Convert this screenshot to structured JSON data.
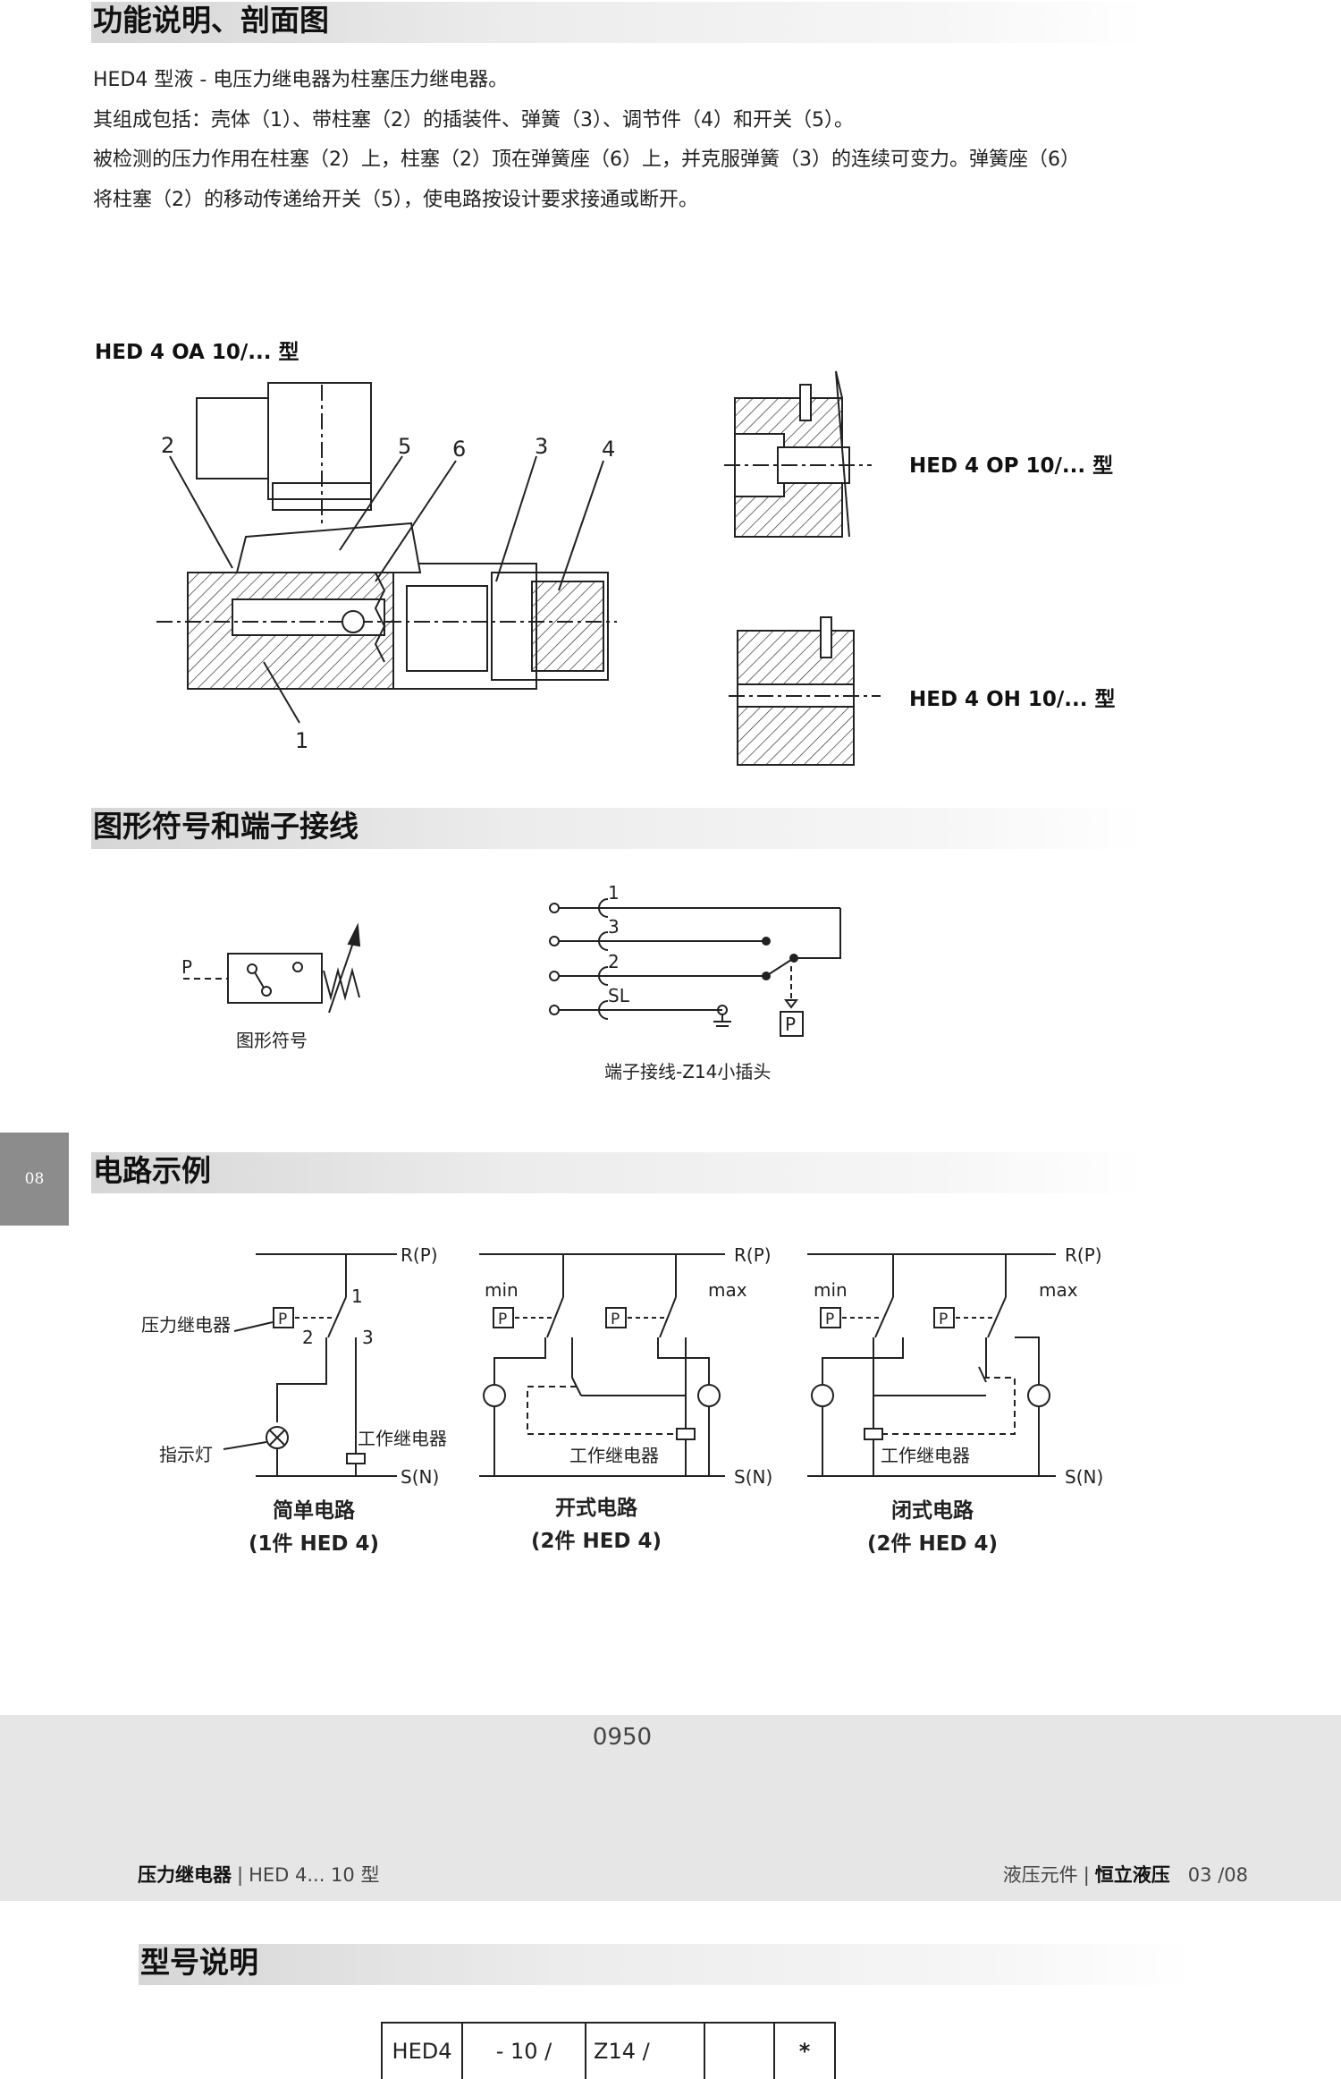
{
  "section1": {
    "title": "功能说明、剖面图",
    "paragraphs": [
      "HED4 型液 - 电压力继电器为柱塞压力继电器。",
      "其组成包括：壳体（1）、带柱塞（2）的插装件、弹簧（3）、调节件（4）和开关（5）。",
      "被检测的压力作用在柱塞（2）上，柱塞（2）顶在弹簧座（6）上，并克服弹簧（3）的连续可变力。弹簧座（6）",
      "将柱塞（2）的移动传递给开关（5），使电路按设计要求接通或断开。"
    ],
    "drawing_oa_label": "HED 4 OA 10/... 型",
    "drawing_op_label": "HED 4 OP 10/... 型",
    "drawing_oh_label": "HED 4 OH 10/... 型",
    "callouts": [
      "2",
      "5",
      "6",
      "3",
      "4",
      "1"
    ]
  },
  "section2": {
    "title": "图形符号和端子接线",
    "symbol_port": "P",
    "symbol_caption": "图形符号",
    "terminals": [
      "1",
      "3",
      "2",
      "SL"
    ],
    "pressure_box": "P",
    "wiring_caption": "端子接线-Z14小插头"
  },
  "side_tab": "08",
  "section3": {
    "title": "电路示例",
    "rail_top": "R(P)",
    "rail_bottom": "S(N)",
    "pressure_relay_label": "压力继电器",
    "indicator_label": "指示灯",
    "work_relay_label": "工作继电器",
    "min": "min",
    "max": "max",
    "pin1": "1",
    "pin2": "2",
    "pin3": "3",
    "p": "P",
    "circuits": [
      {
        "name": "简单电路",
        "sub": "(1件  HED 4)"
      },
      {
        "name": "开式电路",
        "sub": "(2件  HED 4)"
      },
      {
        "name": "闭式电路",
        "sub": "(2件  HED 4)"
      }
    ]
  },
  "footer": {
    "code": "0950",
    "left_bold": "压力继电器",
    "left_text": "HED 4... 10 型",
    "right_text": "液压元件",
    "right_bold": "恒立液压",
    "page": "03 /08"
  },
  "section4": {
    "title": "型号说明",
    "model_cells": [
      "HED4",
      "- 10 /",
      "Z14 /",
      "",
      "*"
    ]
  }
}
